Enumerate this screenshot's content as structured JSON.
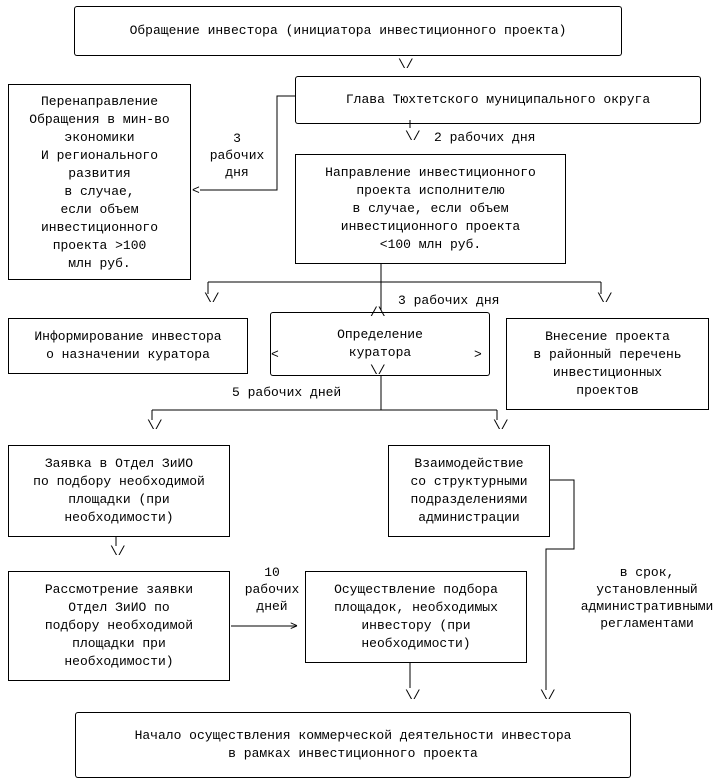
{
  "nodes": {
    "investor_request": "Обращение инвестора (инициатора инвестиционного проекта)",
    "head": "Глава Тюхтетского муниципального округа",
    "redirect": "Перенаправление\nОбращения в мин-во\nэкономики\nИ регионального\nразвития\n   в случае,\nесли объем\nинвестиционного\nпроекта >100\nмлн руб.",
    "direct": "Направление инвестиционного\nпроекта исполнителю\nв случае, если объем\nинвестиционного проекта\n<100 млн руб.",
    "inform": "Информирование инвестора\nо назначении куратора",
    "curator": "Определение\nкуратора",
    "register": "Внесение проекта\nв районный перечень\nинвестиционных\nпроектов",
    "application": "Заявка в Отдел ЗиИО\nпо подбору необходимой\nплощадки (при\nнеобходимости)",
    "interaction": "Взаимодействие\nсо структурными\nподразделениями\nадминистрации",
    "review": "Рассмотрение заявки\nОтдел ЗиИО  по\nподбору необходимой\nплощадки при\nнеобходимости)",
    "selection": "Осуществление подбора\nплощадок, необходимых\nинвестору (при\nнеобходимости)",
    "start": "Начало осуществления коммерческой деятельности инвестора\nв рамках инвестиционного проекта"
  },
  "labels": {
    "days3_left": "3\nрабочих\nдня",
    "days2": "2 рабочих дня",
    "days3_mid": "3 рабочих дня",
    "days5": "5 рабочих дней",
    "days10": "10\nрабочих\nдней",
    "term": "в срок,\nустановленный\nадминистративными\nрегламентами"
  }
}
